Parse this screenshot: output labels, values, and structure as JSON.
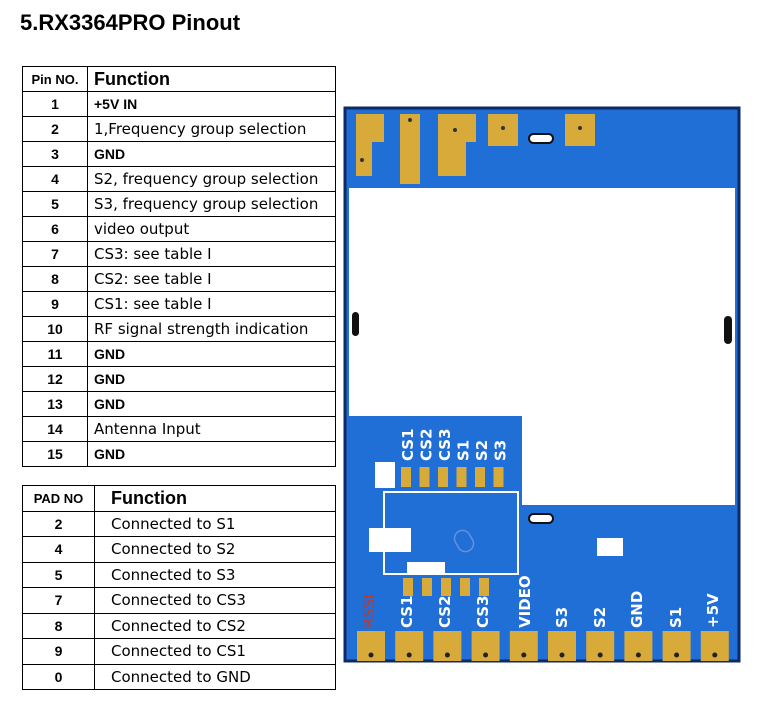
{
  "title": "5.RX3364PRO Pinout",
  "pin_table": {
    "header_num": "Pin NO.",
    "header_fn": "Function",
    "rows": [
      {
        "num": "1",
        "fn": "+5V IN",
        "bold": true
      },
      {
        "num": "2",
        "fn": "1,Frequency group selection",
        "bold": false
      },
      {
        "num": "3",
        "fn": "GND",
        "bold": true
      },
      {
        "num": "4",
        "fn": "S2, frequency group selection",
        "bold": false
      },
      {
        "num": "5",
        "fn": "S3, frequency group selection",
        "bold": false
      },
      {
        "num": "6",
        "fn": "video output",
        "bold": false
      },
      {
        "num": "7",
        "fn": "CS3: see table I",
        "bold": false
      },
      {
        "num": "8",
        "fn": "CS2: see table I",
        "bold": false
      },
      {
        "num": "9",
        "fn": "CS1: see table I",
        "bold": false
      },
      {
        "num": "10",
        "fn": "RF signal strength indication",
        "bold": false
      },
      {
        "num": "11",
        "fn": "GND",
        "bold": true
      },
      {
        "num": "12",
        "fn": "GND",
        "bold": true
      },
      {
        "num": "13",
        "fn": "GND",
        "bold": true
      },
      {
        "num": "14",
        "fn": "Antenna Input",
        "bold": false
      },
      {
        "num": "15",
        "fn": "GND",
        "bold": true
      }
    ]
  },
  "pad_table": {
    "header_num": "PAD NO",
    "header_fn": "Function",
    "rows": [
      {
        "num": "2",
        "fn": "Connected to S1"
      },
      {
        "num": "4",
        "fn": "Connected to S2"
      },
      {
        "num": "5",
        "fn": "Connected to S3"
      },
      {
        "num": "7",
        "fn": "Connected to CS3"
      },
      {
        "num": "8",
        "fn": "Connected to CS2"
      },
      {
        "num": "9",
        "fn": "Connected to CS1"
      },
      {
        "num": "0",
        "fn": "Connected to GND"
      }
    ]
  },
  "board": {
    "top_labels": [
      "CS1",
      "CS2",
      "CS3",
      "S1",
      "S2",
      "S3"
    ],
    "bottom_labels": [
      "RSSI",
      "CS1",
      "CS2",
      "CS3",
      "VIDEO",
      "S3",
      "S2",
      "GND",
      "S1",
      "+5V"
    ],
    "colors": {
      "pcb": "#1f6fd6",
      "pad": "#d7aa3a",
      "outline": "#0b2a66",
      "rssi": "#c0392b"
    }
  }
}
